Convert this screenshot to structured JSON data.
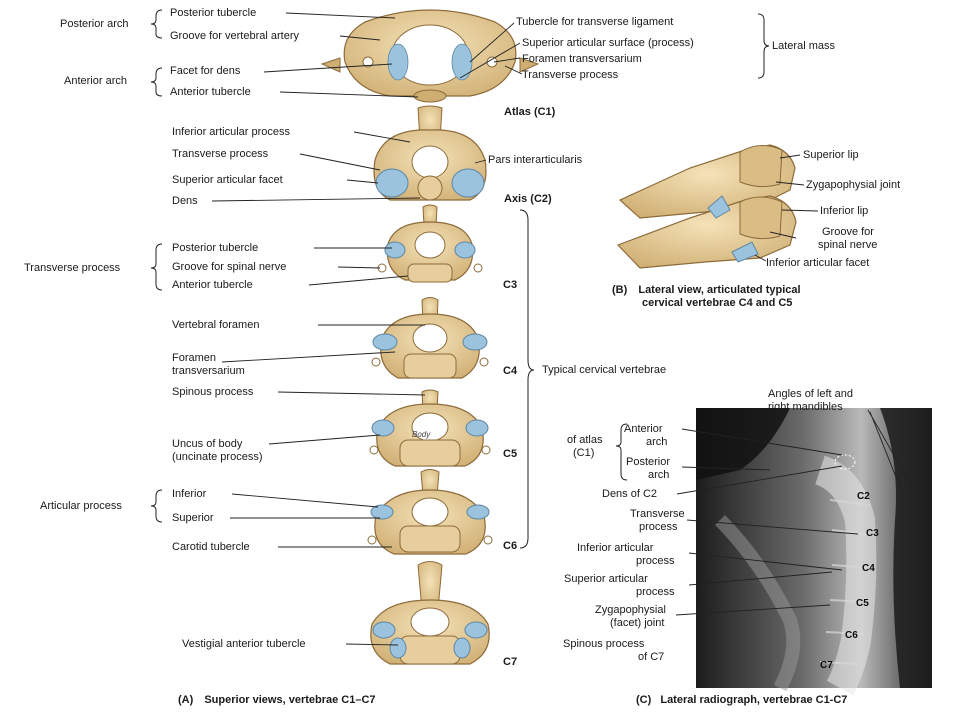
{
  "colors": {
    "bone": "#e9d3a3",
    "bone_shade": "#c9a96a",
    "bone_edge": "#8d6b3a",
    "cartilage": "#9cc3de",
    "xray_dark": "#2a2a2a",
    "xray_light": "#d8d8d8",
    "leader": "#222222"
  },
  "atlas": {
    "title": "Atlas (C1)",
    "posterior_arch": "Posterior arch",
    "posterior_tubercle": "Posterior tubercle",
    "groove_vertebral_artery": "Groove for vertebral artery",
    "anterior_arch": "Anterior arch",
    "facet_for_dens": "Facet for dens",
    "anterior_tubercle": "Anterior tubercle",
    "tubercle_transverse_ligament": "Tubercle for transverse ligament",
    "superior_articular_surface": "Superior articular surface (process)",
    "foramen_transversarium": "Foramen transversarium",
    "transverse_process": "Transverse process",
    "lateral_mass": "Lateral mass"
  },
  "axis": {
    "title": "Axis (C2)",
    "inferior_articular_process": "Inferior articular process",
    "transverse_process": "Transverse process",
    "superior_articular_facet": "Superior articular facet",
    "dens": "Dens",
    "pars_interarticularis": "Pars interarticularis"
  },
  "c3": {
    "level": "C3",
    "transverse_process": "Transverse process",
    "posterior_tubercle": "Posterior tubercle",
    "groove_spinal_nerve": "Groove for spinal nerve",
    "anterior_tubercle": "Anterior tubercle"
  },
  "c4": {
    "level": "C4",
    "vertebral_foramen": "Vertebral foramen",
    "foramen_line1": "Foramen",
    "foramen_line2": "transversarium",
    "typical": "Typical cervical vertebrae"
  },
  "c5": {
    "level": "C5",
    "spinous_process": "Spinous process",
    "uncus_line1": "Uncus of body",
    "uncus_line2": "(uncinate process)",
    "body_word": "Body"
  },
  "c6": {
    "level": "C6",
    "articular_process": "Articular process",
    "inferior": "Inferior",
    "superior": "Superior",
    "carotid_tubercle": "Carotid tubercle"
  },
  "c7": {
    "level": "C7",
    "vestigial": "Vestigial anterior tubercle"
  },
  "panel_a": {
    "tag": "(A)",
    "caption": "Superior views, vertebrae C1–C7"
  },
  "panel_b": {
    "tag": "(B)",
    "caption_line1": "Lateral view, articulated typical",
    "caption_line2": "cervical vertebrae C4 and C5",
    "superior_lip": "Superior lip",
    "zygapophysial_joint": "Zygapophysial joint",
    "inferior_lip": "Inferior lip",
    "groove_line1": "Groove for",
    "groove_line2": "spinal nerve",
    "inferior_articular_facet": "Inferior articular facet"
  },
  "panel_c": {
    "tag": "(C)",
    "caption": "Lateral radiograph, vertebrae C1-C7",
    "angles_line1": "Angles of left and",
    "angles_line2": "right mandibles",
    "of_atlas_line1": "of atlas",
    "of_atlas_line2": "(C1)",
    "anterior_line1": "Anterior",
    "anterior_line2": "arch",
    "posterior_line1": "Posterior",
    "posterior_line2": "arch",
    "dens_c2": "Dens of C2",
    "transverse_line1": "Transverse",
    "transverse_line2": "process",
    "inf_art_line1": "Inferior articular",
    "inf_art_line2": "process",
    "sup_art_line1": "Superior articular",
    "sup_art_line2": "process",
    "zyg_line1": "Zygapophysial",
    "zyg_line2": "(facet) joint",
    "spinous_line1": "Spinous process",
    "spinous_line2": "of C7",
    "levels": [
      "C2",
      "C3",
      "C4",
      "C5",
      "C6",
      "C7"
    ]
  }
}
